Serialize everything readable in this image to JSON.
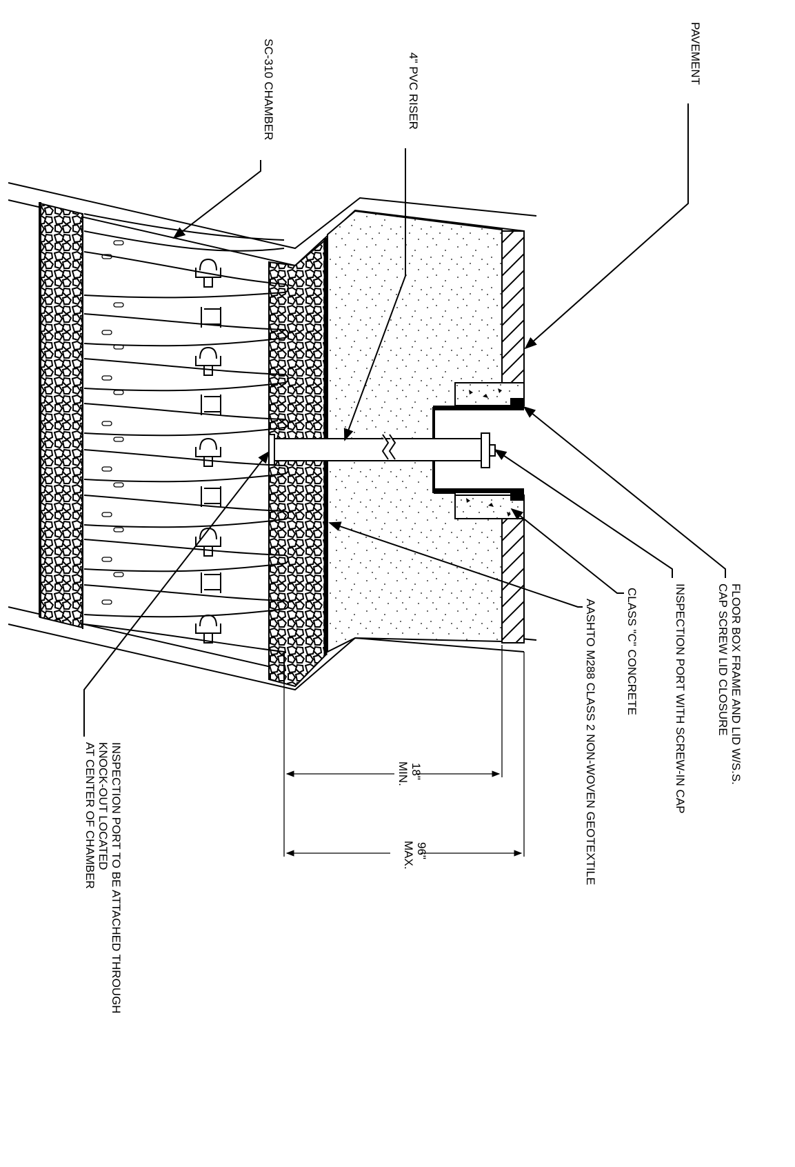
{
  "labels": {
    "pavement": "PAVEMENT",
    "floor_box_line1": "FLOOR BOX FRAME AND LID W/S.S.",
    "floor_box_line2": "CAP SCREW LID CLOSURE",
    "inspection_port_cap": "INSPECTION PORT WITH SCREW-IN CAP",
    "class_c_concrete": "CLASS \"C\" CONCRETE",
    "geotextile": "AASHTO M288 CLASS 2 NON-WOVEN GEOTEXTILE",
    "pvc_riser": "4\" PVC RISER",
    "chamber": "SC-310 CHAMBER",
    "knockout_line1": "INSPECTION PORT TO BE ATTACHED THROUGH",
    "knockout_line2": "KNOCK-OUT LOCATED",
    "knockout_line3": "AT CENTER OF CHAMBER",
    "dim_18_value": "18\"",
    "dim_18_note": "MIN.",
    "dim_96_value": "96\"",
    "dim_96_note": "MAX."
  },
  "colors": {
    "line": "#000000",
    "background": "#ffffff"
  }
}
